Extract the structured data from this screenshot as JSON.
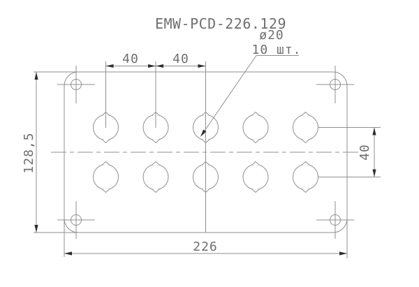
{
  "drawing": {
    "title": "EMW-PCD-226.129",
    "labels": {
      "hole_diameter": "ø20",
      "hole_count": "10 шт."
    },
    "dimensions": {
      "pitch_top_left": "40",
      "pitch_top_right": "40",
      "plate_height": "128,5",
      "plate_width": "226",
      "row_pitch": "40"
    },
    "colors": {
      "line": "#8f8f8f",
      "text": "#6f6f6f",
      "arrow": "#2e2e2e",
      "background": "#ffffff"
    }
  }
}
